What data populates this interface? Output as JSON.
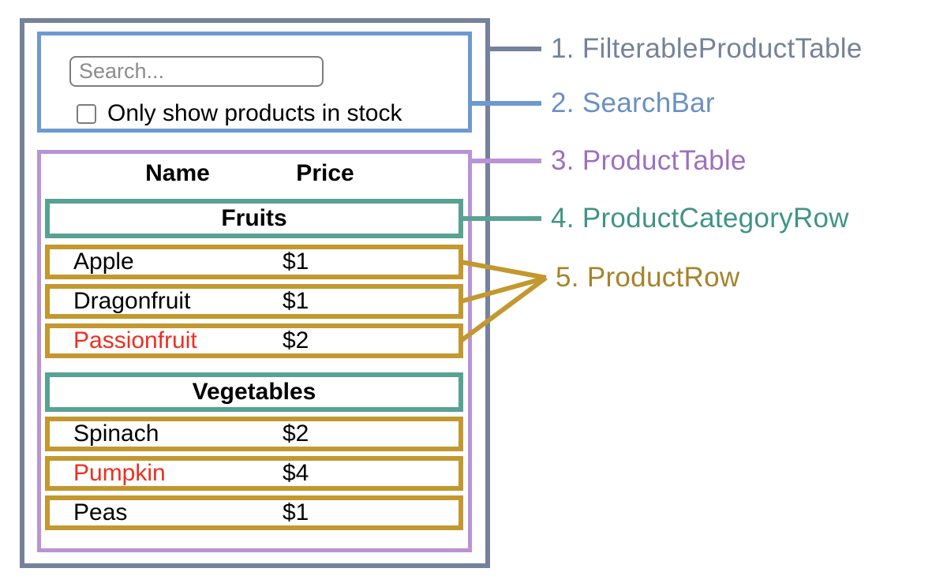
{
  "colors": {
    "slate": "#75829a",
    "blue": "#6d99d1",
    "blueLabel": "#6a90c3",
    "purpleBorder": "#b893d6",
    "purpleLabel": "#9e70bd",
    "tealBorder": "#58a294",
    "tealLabel": "#3f9486",
    "goldBorder": "#c2982f",
    "goldLabel": "#a5832b",
    "red": "#ee2e1f",
    "inputBorder": "#7d7d7d",
    "placeholder": "#8c8c8c"
  },
  "search_bar": {
    "input_placeholder": "Search...",
    "input_value": "",
    "checkbox_checked": false,
    "checkbox_label": "Only show products in stock"
  },
  "table": {
    "headers": {
      "name": "Name",
      "price": "Price"
    },
    "sections": [
      {
        "category": "Fruits",
        "rows": [
          {
            "name": "Apple",
            "price": "$1",
            "highlighted": false
          },
          {
            "name": "Dragonfruit",
            "price": "$1",
            "highlighted": false
          },
          {
            "name": "Passionfruit",
            "price": "$2",
            "highlighted": true
          }
        ]
      },
      {
        "category": "Vegetables",
        "rows": [
          {
            "name": "Spinach",
            "price": "$2",
            "highlighted": false
          },
          {
            "name": "Pumpkin",
            "price": "$4",
            "highlighted": true
          },
          {
            "name": "Peas",
            "price": "$1",
            "highlighted": false
          }
        ]
      }
    ]
  },
  "legend": [
    {
      "label": "1. FilterableProductTable"
    },
    {
      "label": "2. SearchBar"
    },
    {
      "label": "3. ProductTable"
    },
    {
      "label": "4. ProductCategoryRow"
    },
    {
      "label": "5. ProductRow"
    }
  ]
}
